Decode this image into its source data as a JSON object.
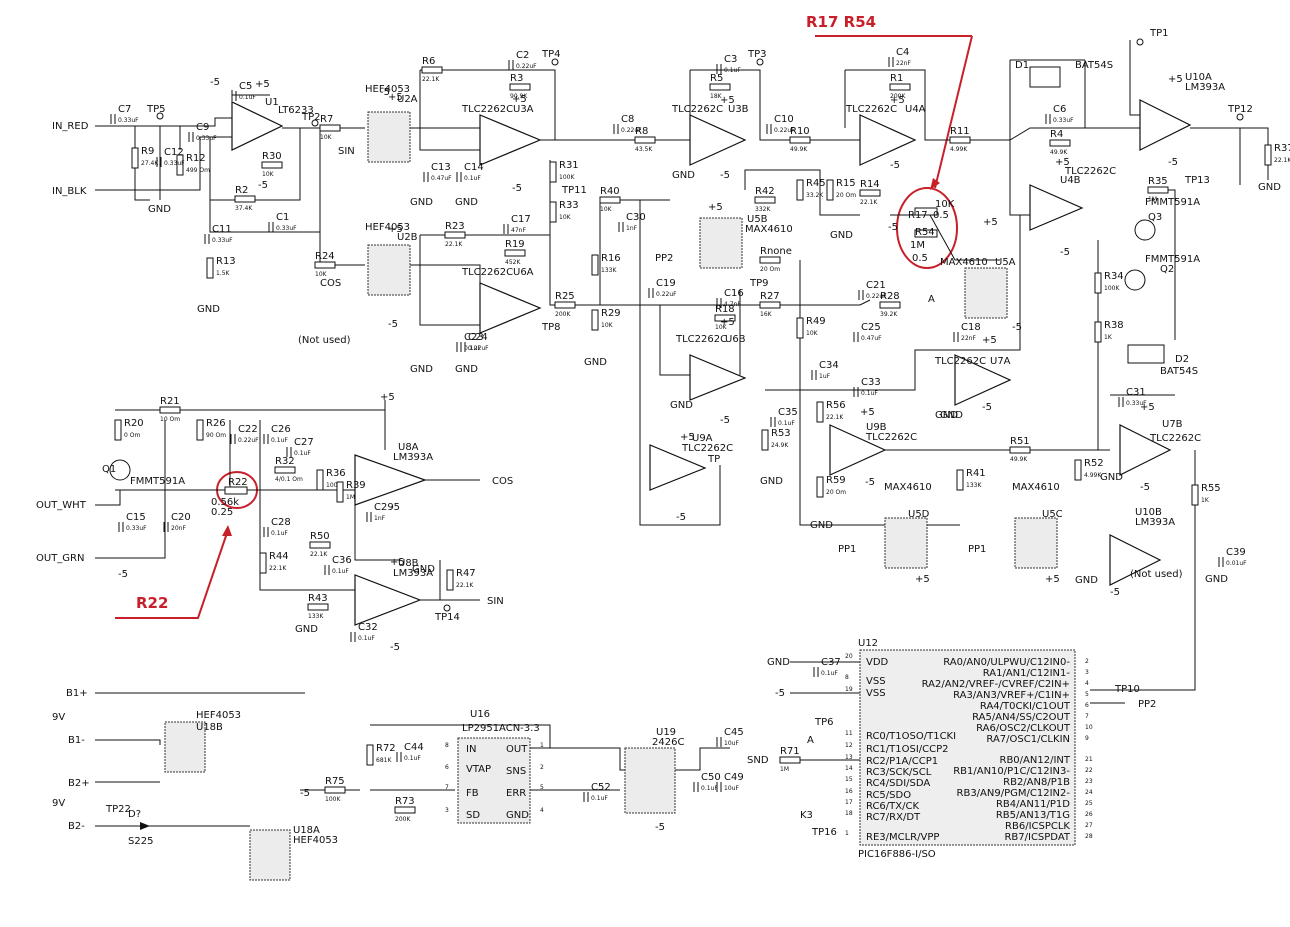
{
  "annotations": {
    "r17_r54": "R17  R54",
    "r22": "R22"
  },
  "ports": {
    "in_red": "IN_RED",
    "in_blk": "IN_BLK",
    "out_wht": "OUT_WHT",
    "out_grn": "OUT_GRN",
    "sin1": "SIN",
    "cos1": "COS",
    "cos2": "COS",
    "sin2": "SIN",
    "b1p_top": "B1+",
    "b1m": "B1-",
    "b2p": "B2+",
    "b2m": "B2-",
    "v9a": "9V",
    "v9b": "9V",
    "snd": "SND",
    "pp2": "PP2",
    "pp2b": "PP2",
    "pp1a": "PP1",
    "pp1b": "PP1",
    "a1": "A",
    "a2": "A",
    "k3": "K3",
    "gnd_u12": "GND",
    "m5_u12": "-5",
    "m5_u16": "-5"
  },
  "notes": {
    "not_used1": "(Not used)",
    "not_used2": "(Not used)"
  },
  "tps": {
    "tp1": "TP1",
    "tp2": "TP2",
    "tp3": "TP3",
    "tp4": "TP4",
    "tp5": "TP5",
    "tp6": "TP6",
    "tp8": "TP8",
    "tp9": "TP9",
    "tp10": "TP10",
    "tp11": "TP11",
    "tp12": "TP12",
    "tp13": "TP13",
    "tp14": "TP14",
    "tp16": "TP16",
    "tp22": "TP22",
    "tp": "TP"
  },
  "opamps": {
    "u1": "U1",
    "u1t": "LT6233",
    "u3a": "U3A",
    "u3at": "TLC2262C",
    "u3b": "U3B",
    "u3bt": "TLC2262C",
    "u4a": "U4A",
    "u4at": "TLC2262C",
    "u4b": "U4B",
    "u4bt": "TLC2262C",
    "u6a": "U6A",
    "u6at": "TLC2262C",
    "u6b": "U6B",
    "u6bt": "TLC2262C",
    "u7a": "U7A",
    "u7at": "TLC2262C",
    "u7b": "U7B",
    "u7bt": "TLC2262C",
    "u9a": "U9A",
    "u9at": "TLC2262C",
    "u9b": "U9B",
    "u9bt": "TLC2262C",
    "u8a": "U8A",
    "u8at": "LM393A",
    "u8b": "U8B",
    "u8bt": "LM393A",
    "u10a": "U10A",
    "u10at": "LM393A",
    "u10b": "U10B",
    "u10bt": "LM393A"
  },
  "ics": {
    "u2a": "U2A",
    "u2b": "U2B",
    "hef1": "HEF4053",
    "hef2": "HEF4053",
    "u5a": "U5A",
    "u5b": "U5B",
    "u5c": "U5C",
    "u5d": "U5D",
    "max1": "MAX4610",
    "max2": "MAX4610",
    "max3": "MAX4610",
    "max4": "MAX4610",
    "u18a": "U18A",
    "u18b": "U18B",
    "hef3": "HEF4053",
    "hef4": "HEF4053",
    "u19": "U19",
    "u19t": "2426C",
    "u16": "U16",
    "u16t": "LP2951ACN-3.3",
    "u16p": [
      "IN",
      "VTAP",
      "FB",
      "SD",
      "OUT",
      "SNS",
      "ERR",
      "GND"
    ],
    "u16n": [
      "8",
      "6",
      "7",
      "3",
      "1",
      "2",
      "5",
      "4"
    ],
    "u12": "U12",
    "u12t": "PIC16F886-I/SO"
  },
  "u12_pins": {
    "left": [
      "VDD",
      "VSS",
      "VSS",
      "RC0/T1OSO/T1CKI",
      "RC1/T1OSI/CCP2",
      "RC2/P1A/CCP1",
      "RC3/SCK/SCL",
      "RC4/SDI/SDA",
      "RC5/SDO",
      "RC6/TX/CK",
      "RC7/RX/DT",
      "RE3/MCLR/VPP"
    ],
    "left_n": [
      "20",
      "8",
      "19",
      "11",
      "12",
      "13",
      "14",
      "15",
      "16",
      "17",
      "18",
      "1"
    ],
    "right": [
      "RA0/AN0/ULPWU/C12IN0-",
      "RA1/AN1/C12IN1-",
      "RA2/AN2/VREF-/CVREF/C2IN+",
      "RA3/AN3/VREF+/C1IN+",
      "RA4/T0CKI/C1OUT",
      "RA5/AN4/SS/C2OUT",
      "RA6/OSC2/CLKOUT",
      "RA7/OSC1/CLKIN",
      "RB0/AN12/INT",
      "RB1/AN10/P1C/C12IN3-",
      "RB2/AN8/P1B",
      "RB3/AN9/PGM/C12IN2-",
      "RB4/AN11/P1D",
      "RB5/AN13/T1G",
      "RB6/ICSPCLK",
      "RB7/ICSPDAT"
    ],
    "right_n": [
      "2",
      "3",
      "4",
      "5",
      "6",
      "7",
      "10",
      "9",
      "21",
      "22",
      "23",
      "24",
      "25",
      "26",
      "27",
      "28"
    ]
  },
  "transistors": {
    "q1": "Q1",
    "q1t": "FMMT591A",
    "q2": "Q2",
    "q2t": "FMMT591A",
    "q3": "Q3",
    "q3t": "FMMT591A",
    "d1": "D1",
    "d1t": "BAT54S",
    "d2": "D2",
    "d2t": "BAT54S",
    "d7": "D?",
    "d7t": "S225"
  },
  "resistors": [
    {
      "n": "R2",
      "v": "37.4K"
    },
    {
      "n": "R3",
      "v": "90.9K"
    },
    {
      "n": "R4",
      "v": "49.9K"
    },
    {
      "n": "R5",
      "v": "18K"
    },
    {
      "n": "R6",
      "v": "22.1K"
    },
    {
      "n": "R7",
      "v": "10K"
    },
    {
      "n": "R8",
      "v": "43.5K"
    },
    {
      "n": "R9",
      "v": "27.4K"
    },
    {
      "n": "R10",
      "v": "49.9K"
    },
    {
      "n": "R11",
      "v": "4.99K"
    },
    {
      "n": "R12",
      "v": "499 Om"
    },
    {
      "n": "R13",
      "v": "1.5K"
    },
    {
      "n": "R14",
      "v": "22.1K"
    },
    {
      "n": "R15",
      "v": "20 Om"
    },
    {
      "n": "R16",
      "v": "133K"
    },
    {
      "n": "R17",
      "v": "10k"
    },
    {
      "n": "R18",
      "v": "10K"
    },
    {
      "n": "R19",
      "v": "452K"
    },
    {
      "n": "R20",
      "v": "0 Om"
    },
    {
      "n": "R21",
      "v": "10 Om"
    },
    {
      "n": "R22",
      "v": "0.56k"
    },
    {
      "n": "R23",
      "v": "22.1K"
    },
    {
      "n": "R24",
      "v": "10K"
    },
    {
      "n": "R25",
      "v": "200K"
    },
    {
      "n": "R26",
      "v": "90 Om"
    },
    {
      "n": "R27",
      "v": "16K"
    },
    {
      "n": "R28",
      "v": "39.2K"
    },
    {
      "n": "R29",
      "v": "10K"
    },
    {
      "n": "R30",
      "v": "10K"
    },
    {
      "n": "R31",
      "v": "100K"
    },
    {
      "n": "R32",
      "v": "4/0.1 Om"
    },
    {
      "n": "R33",
      "v": "10K"
    },
    {
      "n": "R34",
      "v": "100K"
    },
    {
      "n": "R35",
      "v": "1M"
    },
    {
      "n": "R36",
      "v": "100K"
    },
    {
      "n": "R38",
      "v": "1K"
    },
    {
      "n": "R39",
      "v": "1M"
    },
    {
      "n": "R40",
      "v": "10K"
    },
    {
      "n": "R41",
      "v": "133K"
    },
    {
      "n": "R42",
      "v": "332K"
    },
    {
      "n": "R43",
      "v": "133K"
    },
    {
      "n": "R44",
      "v": "22.1K"
    },
    {
      "n": "R45",
      "v": "33.2K"
    },
    {
      "n": "R47",
      "v": "22.1K"
    },
    {
      "n": "R49",
      "v": "10K"
    },
    {
      "n": "R50",
      "v": "22.1K"
    },
    {
      "n": "R51",
      "v": "49.9K"
    },
    {
      "n": "R52",
      "v": "4.99K"
    },
    {
      "n": "R53",
      "v": "24.9K"
    },
    {
      "n": "R54",
      "v": "10k"
    },
    {
      "n": "R55",
      "v": "1K"
    },
    {
      "n": "R56",
      "v": "22.1K"
    },
    {
      "n": "R59",
      "v": "20 Om"
    },
    {
      "n": "R71",
      "v": "1M"
    },
    {
      "n": "R72",
      "v": "681K"
    },
    {
      "n": "R73",
      "v": "200K"
    },
    {
      "n": "R75",
      "v": "100K"
    },
    {
      "n": "R1",
      "v": "200K"
    },
    {
      "n": "Rnone",
      "v": "20 Om"
    },
    {
      "n": "R37",
      "v": "22.1K"
    }
  ],
  "capacitors": [
    {
      "n": "C1",
      "v": "0.33uF"
    },
    {
      "n": "C2",
      "v": "0.22uF"
    },
    {
      "n": "C3",
      "v": "0.1uF"
    },
    {
      "n": "C4",
      "v": "22nF"
    },
    {
      "n": "C5",
      "v": "0.1uF"
    },
    {
      "n": "C6",
      "v": "0.33uF"
    },
    {
      "n": "C7",
      "v": "0.33uF"
    },
    {
      "n": "C8",
      "v": "0.22uF"
    },
    {
      "n": "C9",
      "v": "0.33uF"
    },
    {
      "n": "C10",
      "v": "0.22uF"
    },
    {
      "n": "C11",
      "v": "0.33uF"
    },
    {
      "n": "C12",
      "v": "0.33uF"
    },
    {
      "n": "C13",
      "v": "0.47uF"
    },
    {
      "n": "C14",
      "v": "0.1uF"
    },
    {
      "n": "C15",
      "v": "0.33uF"
    },
    {
      "n": "C16",
      "v": "4.7nF"
    },
    {
      "n": "C17",
      "v": "47nF"
    },
    {
      "n": "C18",
      "v": "22nF"
    },
    {
      "n": "C19",
      "v": "0.22uF"
    },
    {
      "n": "C20",
      "v": "20nF"
    },
    {
      "n": "C21",
      "v": "0.22uF"
    },
    {
      "n": "C22",
      "v": "0.22uF"
    },
    {
      "n": "C23",
      "v": "0.1uF"
    },
    {
      "n": "C25",
      "v": "0.47uF"
    },
    {
      "n": "C26",
      "v": "0.1uF"
    },
    {
      "n": "C27",
      "v": "0.1uF"
    },
    {
      "n": "C28",
      "v": "0.1uF"
    },
    {
      "n": "C29",
      "v": "1nF"
    },
    {
      "n": "C30",
      "v": "1nF"
    },
    {
      "n": "C31",
      "v": "0.33uF"
    },
    {
      "n": "C32",
      "v": "0.1uF"
    },
    {
      "n": "C33",
      "v": "0.1uF"
    },
    {
      "n": "C34",
      "v": "1uF"
    },
    {
      "n": "C35",
      "v": "0.1uF"
    },
    {
      "n": "C36",
      "v": "0.1uF"
    },
    {
      "n": "C37",
      "v": "0.1uF"
    },
    {
      "n": "C39",
      "v": "0.01uF"
    },
    {
      "n": "C44",
      "v": "0.1uF"
    },
    {
      "n": "C45",
      "v": "10uF"
    },
    {
      "n": "C49",
      "v": "10uF"
    },
    {
      "n": "C50",
      "v": "0.1uF"
    },
    {
      "n": "C52",
      "v": "0.1uF"
    },
    {
      "n": "C24",
      "v": "0.22uF"
    }
  ],
  "misc": {
    "r17_tol": "0.5",
    "r54_tol": "0.5",
    "r22_tol": "0.25",
    "rail_p5": "+5",
    "rail_m5": "-5",
    "gnd": "GND"
  }
}
